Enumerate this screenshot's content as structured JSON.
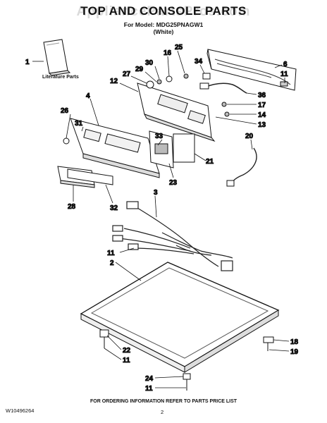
{
  "watermark": "AppliancePartsPros.com",
  "title": "TOP AND CONSOLE PARTS",
  "model_line": "For Model: MDG25PNAGW1",
  "color_line": "(White)",
  "literature_label": "Literature Parts",
  "footer_doc": "W10496264",
  "footer_note": "FOR ORDERING INFORMATION REFER TO PARTS PRICE LIST",
  "footer_page": "2",
  "callouts": {
    "c1": "1",
    "c25": "25",
    "c16": "16",
    "c30": "30",
    "c29": "29",
    "c27": "27",
    "c34": "34",
    "c6": "6",
    "c11a": "11",
    "c12": "12",
    "c36": "36",
    "c17": "17",
    "c4": "4",
    "c26": "26",
    "c31": "31",
    "c14": "14",
    "c13": "13",
    "c20": "20",
    "c33": "33",
    "c21": "21",
    "c23": "23",
    "c28": "28",
    "c32": "32",
    "c3": "3",
    "c11b": "11",
    "c2": "2",
    "c18": "18",
    "c19": "19",
    "c22": "22",
    "c11c": "11",
    "c24": "24",
    "c11d": "11"
  }
}
